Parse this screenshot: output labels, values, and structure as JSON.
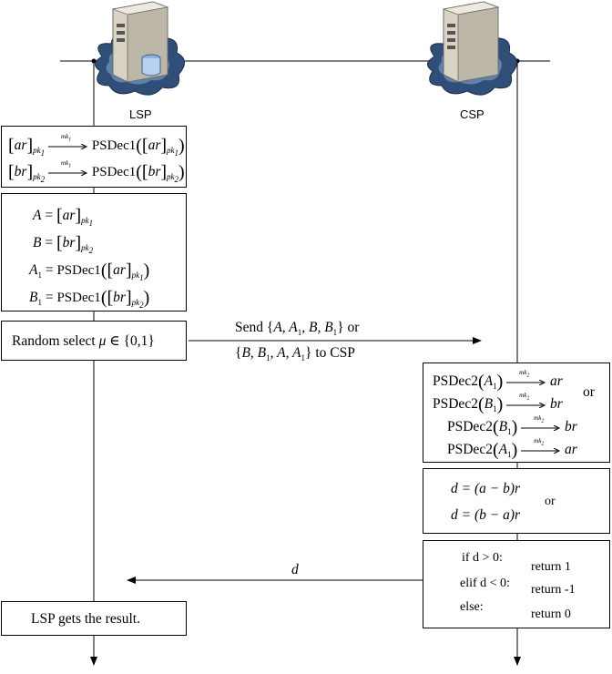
{
  "parties": {
    "lsp": "LSP",
    "csp": "CSP"
  },
  "lsp_box1": {
    "row1_var": "ar",
    "row1_key": "mk",
    "row1_key_sub": "1",
    "row1_fn": "PSDec1",
    "row2_var": "br",
    "row2_key": "mk",
    "row2_key_sub": "1",
    "row2_fn": "PSDec1",
    "pk1": "pk",
    "pk1_sub": "1",
    "pk2": "pk",
    "pk2_sub": "2"
  },
  "lsp_box2": {
    "A": "A",
    "B": "B",
    "A1": "A",
    "B1": "B",
    "sub1": "1",
    "fn": "PSDec1",
    "ar": "ar",
    "br": "br",
    "pk": "pk",
    "pk1_sub": "1",
    "pk2_sub": "2"
  },
  "lsp_box3": {
    "text_prefix": "Random select ",
    "mu": "μ",
    "set": " ∈ {0,1}"
  },
  "send_message": {
    "line1_prefix": "Send {",
    "line1_vars": "A, A",
    "line1_sub": "1",
    "line1_vars2": ", B, B",
    "line1_sub2": "1",
    "line1_suffix": "} or",
    "line2_prefix": "{",
    "line2_vars": "B, B",
    "line2_sub": "1",
    "line2_vars2": ", A, A",
    "line2_sub2": "1",
    "line2_suffix": "} to CSP"
  },
  "csp_box1": {
    "fn": "PSDec2",
    "key": "mk",
    "key_sub": "2",
    "r1_in": "A",
    "r1_out": "ar",
    "r2_in": "B",
    "r2_out": "br",
    "r3_in": "B",
    "r3_out": "br",
    "r4_in": "A",
    "r4_out": "ar",
    "sub1": "1",
    "or": "or"
  },
  "csp_box2": {
    "eq1": "d = (a − b)r",
    "eq2": "d = (b − a)r",
    "or": "or"
  },
  "csp_box3": {
    "if_line": "if   d > 0:",
    "elif_line": "elif d < 0:",
    "else_line": "else:",
    "ret1": "return 1",
    "ret2": "return -1",
    "ret3": "return 0"
  },
  "return_message": {
    "label": "d"
  },
  "lsp_box4": {
    "text": "LSP gets the result."
  }
}
